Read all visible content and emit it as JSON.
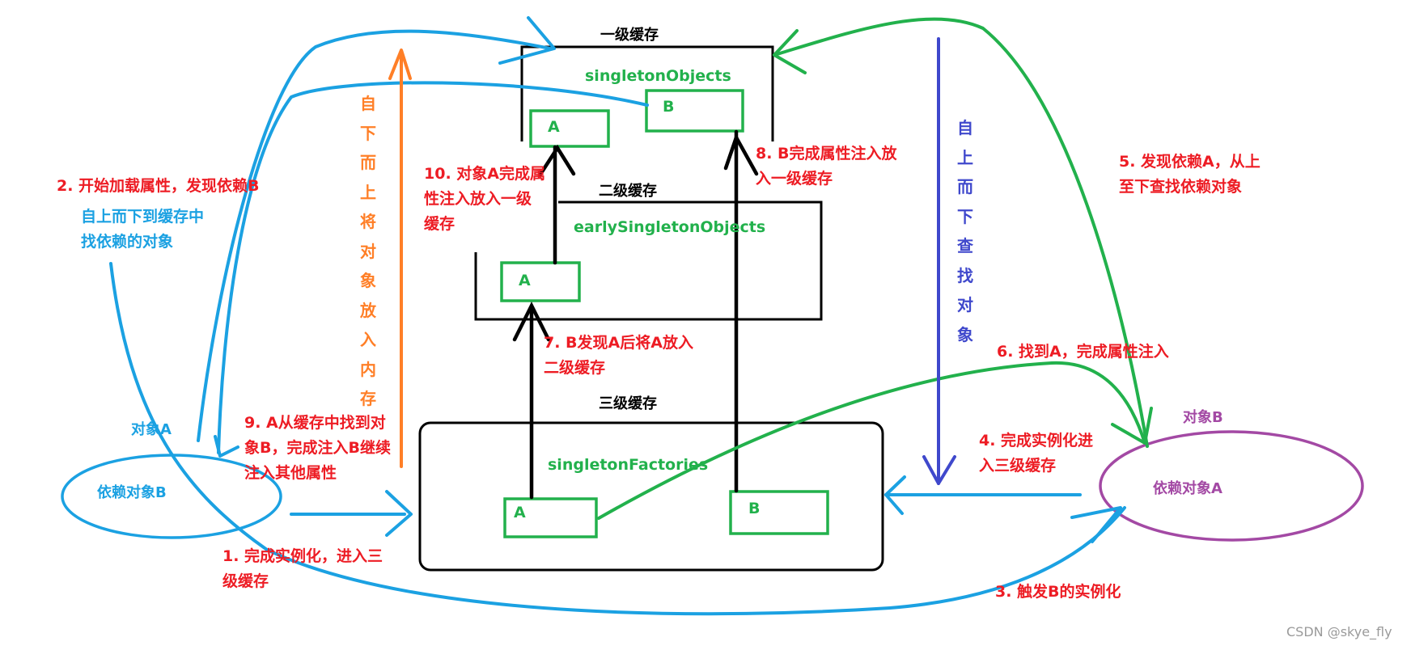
{
  "caches": {
    "level1": {
      "title": "一级缓存",
      "name": "singletonObjects",
      "slots": [
        "A",
        "B"
      ]
    },
    "level2": {
      "title": "二级缓存",
      "name": "earlySingletonObjects",
      "slots": [
        "A"
      ]
    },
    "level3": {
      "title": "三级缓存",
      "name": "singletonFactories",
      "slots": [
        "A",
        "B"
      ]
    }
  },
  "objects": {
    "a": {
      "title": "对象A",
      "label": "依赖对象B"
    },
    "b": {
      "title": "对象B",
      "label": "依赖对象A"
    }
  },
  "steps": {
    "s1": [
      "1. 完成实例化，进入三",
      "级缓存"
    ],
    "s2": "2. 开始加载属性，发现依赖B",
    "s2_detail": [
      "自上而下到缓存中",
      "找依赖的对象"
    ],
    "s3": "3. 触发B的实例化",
    "s4": [
      "4. 完成实例化进",
      "入三级缓存"
    ],
    "s5": [
      "5. 发现依赖A，从上",
      "至下查找依赖对象"
    ],
    "s6": "6. 找到A，完成属性注入",
    "s7": [
      "7. B发现A后将A放入",
      "二级缓存"
    ],
    "s8": [
      "8. B完成属性注入放",
      "入一级缓存"
    ],
    "s9": [
      "9. A从缓存中找到对",
      "象B，完成注入B继续",
      "注入其他属性"
    ],
    "s10": [
      "10. 对象A完成属",
      "性注入放入一级",
      "缓存"
    ]
  },
  "side_labels": {
    "bottom_up": "自下而上将对象放入内存",
    "top_down": "自上而下查找对象"
  },
  "watermark": "CSDN @skye_fly",
  "colors": {
    "red": "#ed1c24",
    "blue": "#1ba1e2",
    "green": "#22b14c",
    "purple": "#a349a4",
    "orange": "#ff7f27",
    "indigo": "#3f48cc",
    "black": "#000000"
  }
}
